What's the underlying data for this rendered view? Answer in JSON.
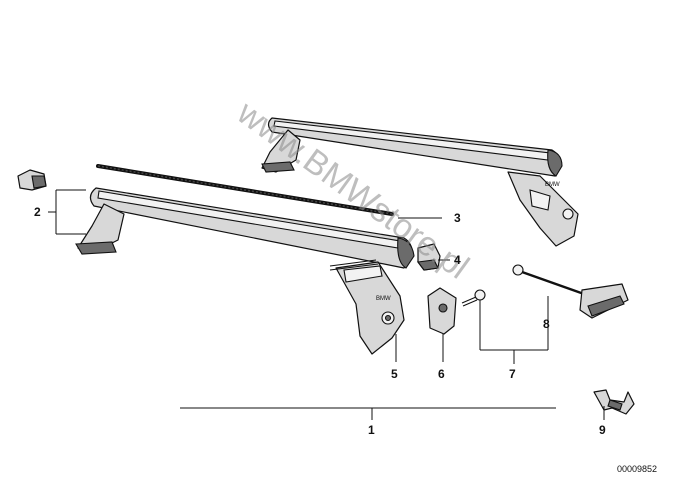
{
  "labels": {
    "p1": "1",
    "p2": "2",
    "p3": "3",
    "p4": "4",
    "p5": "5",
    "p6": "6",
    "p7": "7",
    "p8": "8",
    "p9": "9"
  },
  "reference_number": "00009852",
  "watermark": "www.BMWstore.pl"
}
